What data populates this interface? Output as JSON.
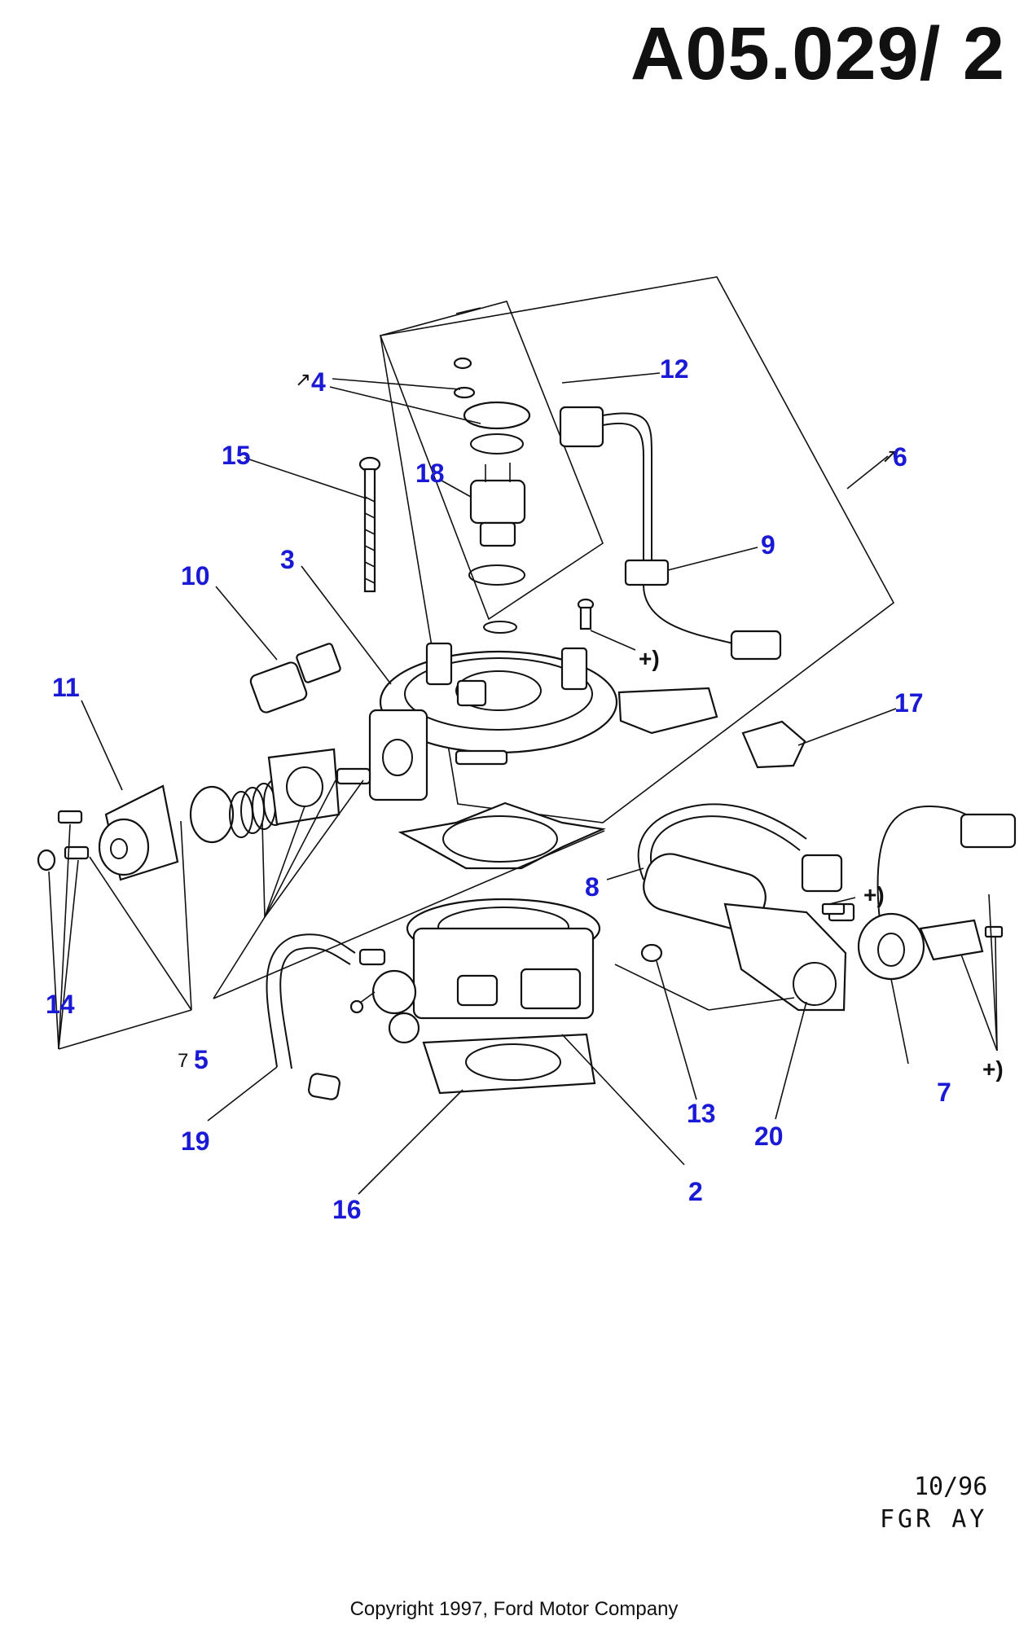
{
  "header": {
    "title": "A05.029/ 2"
  },
  "footer": {
    "date": "10/96",
    "code": "FGR AY",
    "copyright": "Copyright 1997, Ford Motor Company"
  },
  "callouts": [
    {
      "id": "c2",
      "label": "2"
    },
    {
      "id": "c3",
      "label": "3"
    },
    {
      "id": "c4",
      "label": "4",
      "mark": "↗"
    },
    {
      "id": "c5",
      "label": "5",
      "mark": "7"
    },
    {
      "id": "c6",
      "label": "6",
      "mark": "↗"
    },
    {
      "id": "c7",
      "label": "7"
    },
    {
      "id": "c8",
      "label": "8"
    },
    {
      "id": "c9",
      "label": "9"
    },
    {
      "id": "c10",
      "label": "10"
    },
    {
      "id": "c11",
      "label": "11"
    },
    {
      "id": "c12",
      "label": "12"
    },
    {
      "id": "c13",
      "label": "13"
    },
    {
      "id": "c14",
      "label": "14"
    },
    {
      "id": "c15",
      "label": "15"
    },
    {
      "id": "c16",
      "label": "16"
    },
    {
      "id": "c17",
      "label": "17"
    },
    {
      "id": "c18",
      "label": "18"
    },
    {
      "id": "c19",
      "label": "19"
    },
    {
      "id": "c20",
      "label": "20"
    }
  ],
  "plus_marks": [
    "+)",
    "+)",
    "+)"
  ],
  "colors": {
    "callout": "#1a1ad6",
    "line": "#111111"
  }
}
